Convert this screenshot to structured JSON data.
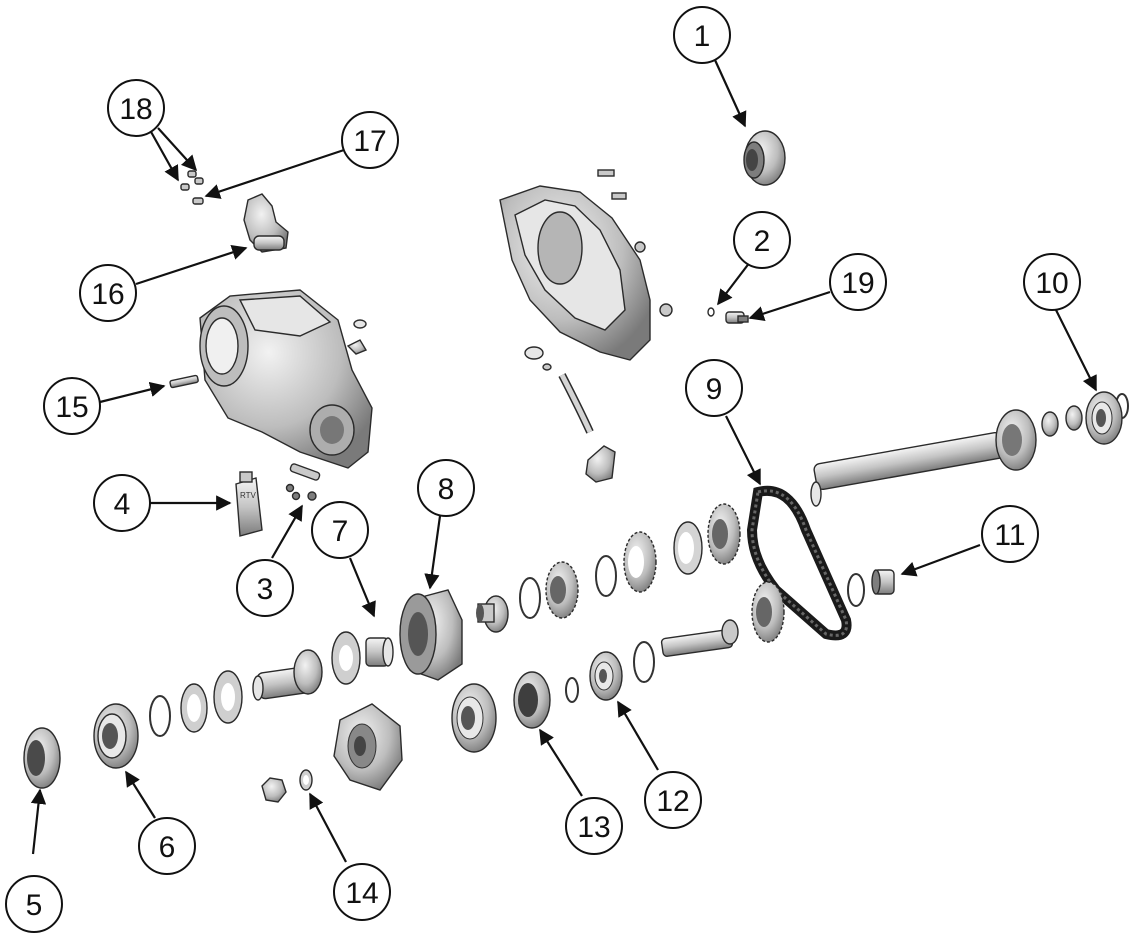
{
  "diagram": {
    "colors": {
      "ink": "#111111",
      "metal": "#c9c9c9",
      "metal_light": "#e6e6e6",
      "metal_dark": "#7d7d7d",
      "belt": "#1a1a1a"
    },
    "callouts": [
      {
        "id": "c1",
        "label": "1"
      },
      {
        "id": "c2",
        "label": "2"
      },
      {
        "id": "c3",
        "label": "3"
      },
      {
        "id": "c4",
        "label": "4"
      },
      {
        "id": "c5",
        "label": "5"
      },
      {
        "id": "c6",
        "label": "6"
      },
      {
        "id": "c7",
        "label": "7"
      },
      {
        "id": "c8",
        "label": "8"
      },
      {
        "id": "c9",
        "label": "9"
      },
      {
        "id": "c10",
        "label": "10"
      },
      {
        "id": "c11",
        "label": "11"
      },
      {
        "id": "c12",
        "label": "12"
      },
      {
        "id": "c13",
        "label": "13"
      },
      {
        "id": "c14",
        "label": "14"
      },
      {
        "id": "c15",
        "label": "15"
      },
      {
        "id": "c16",
        "label": "16"
      },
      {
        "id": "c17",
        "label": "17"
      },
      {
        "id": "c18",
        "label": "18"
      },
      {
        "id": "c19",
        "label": "19"
      }
    ],
    "tube_label": "RTV"
  }
}
